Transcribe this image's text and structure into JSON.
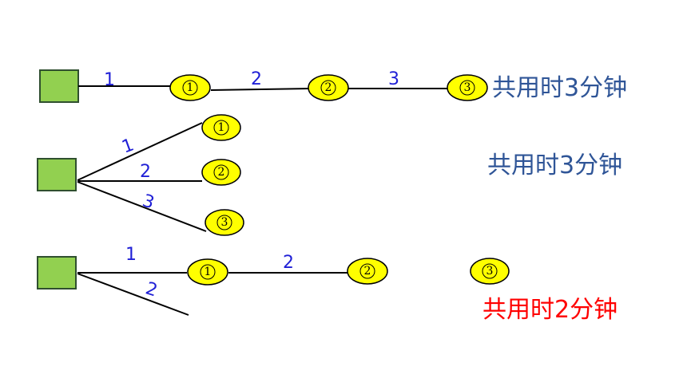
{
  "colors": {
    "square": "#92d050",
    "node": "#ffff00",
    "edge_label": "#1f1fd6",
    "caption_blue": "#2f5597",
    "caption_red": "#ff0000"
  },
  "rows": [
    {
      "edge_labels": [
        "1",
        "2",
        "3"
      ],
      "nodes": [
        "1",
        "2",
        "3"
      ],
      "caption": "共用时3分钟"
    },
    {
      "edge_labels": [
        "1",
        "2",
        "3"
      ],
      "nodes": [
        "1",
        "2",
        "3"
      ],
      "caption": "共用时3分钟"
    },
    {
      "edge_labels": [
        "1",
        "2",
        "2"
      ],
      "nodes": [
        "1",
        "2",
        "3"
      ],
      "caption": "共用时2分钟"
    }
  ]
}
